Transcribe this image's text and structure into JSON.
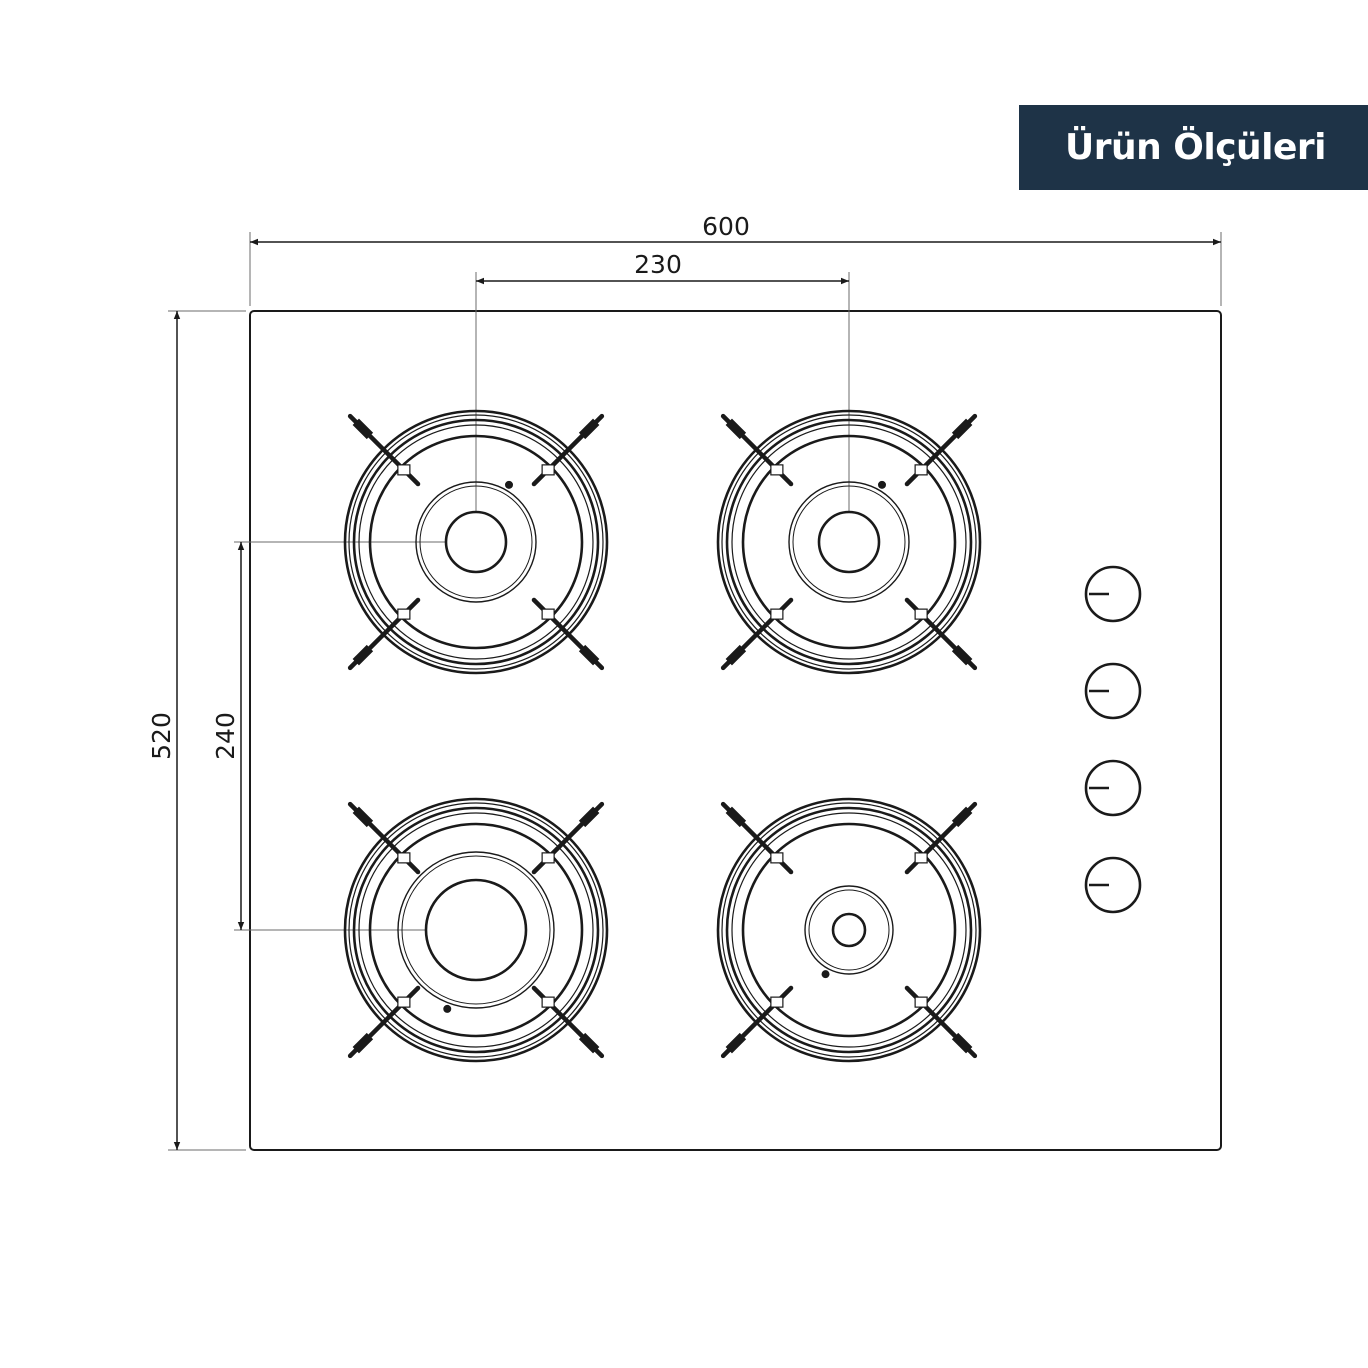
{
  "title": "Ürün Ölçüleri",
  "colors": {
    "banner_bg": "#1e3347",
    "banner_text": "#ffffff",
    "line": "#1a1a1a",
    "thin_line": "#6b6b6b"
  },
  "dimensions": {
    "width_total": "600",
    "burner_spacing_horizontal": "230",
    "depth_total": "520",
    "burner_spacing_vertical": "240"
  },
  "burners": [
    {
      "position": "top-left",
      "cap": "medium"
    },
    {
      "position": "top-right",
      "cap": "medium"
    },
    {
      "position": "bottom-left",
      "cap": "large"
    },
    {
      "position": "bottom-right",
      "cap": "small"
    }
  ],
  "knobs": [
    {
      "icon": "knob-icon"
    },
    {
      "icon": "knob-icon"
    },
    {
      "icon": "knob-icon"
    },
    {
      "icon": "knob-icon"
    }
  ]
}
